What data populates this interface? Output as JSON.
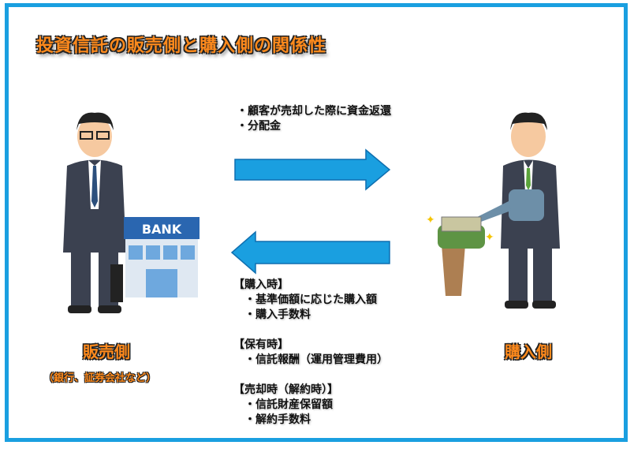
{
  "title": "投資信託の販売側と購入側の関係性",
  "top_flow": [
    "・顧客が売却した際に資金返還",
    "・分配金"
  ],
  "bottom_flow": {
    "purchase": {
      "heading": "【購入時】",
      "items": [
        "・基準価額に応じた購入額",
        "・購入手数料"
      ]
    },
    "holding": {
      "heading": "【保有時】",
      "items": [
        "・信託報酬（運用管理費用）"
      ]
    },
    "sale": {
      "heading": "【売却時（解約時）】",
      "items": [
        "・信託財産保留額",
        "・解約手数料"
      ]
    }
  },
  "seller": {
    "label": "販売側",
    "sub": "（銀行、証券会社など）",
    "bank_sign": "BANK"
  },
  "buyer": {
    "label": "購入側"
  },
  "colors": {
    "frame": "#1a9fe0",
    "accent": "#ff8a1c",
    "arrow": "#1a9fe0"
  }
}
